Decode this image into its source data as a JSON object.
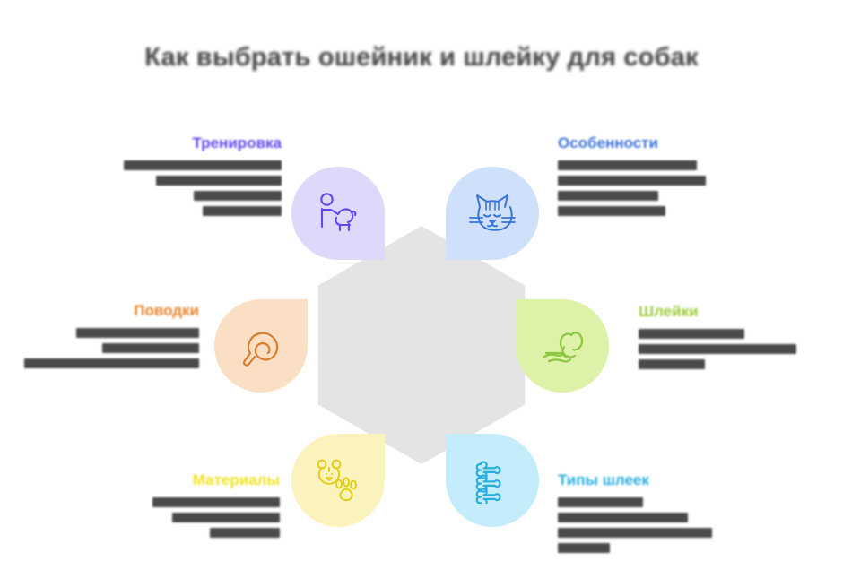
{
  "page": {
    "title": "Как выбрать ошейник и шлейку для собак",
    "title_color": "#434343",
    "background": "#ffffff",
    "hub_color": "#e4e4e4"
  },
  "sections": [
    {
      "id": "training",
      "heading": "Тренировка",
      "heading_color": "#6246f0",
      "petal_fill": "#ded8fb",
      "icon_color": "#6246f0",
      "icon": "person-with-dog-icon",
      "position": "top-left",
      "align": "right",
      "body_lines": [
        {
          "width": 176
        },
        {
          "width": 140
        },
        {
          "width": 98
        },
        {
          "width": 88
        }
      ]
    },
    {
      "id": "features",
      "heading": "Особенности",
      "heading_color": "#3b74d8",
      "petal_fill": "#cfe0fa",
      "icon_color": "#3b74d8",
      "icon": "cat-face-icon",
      "position": "top-right",
      "align": "left",
      "body_lines": [
        {
          "width": 155
        },
        {
          "width": 165
        },
        {
          "width": 112
        },
        {
          "width": 120
        }
      ]
    },
    {
      "id": "leashes",
      "heading": "Поводки",
      "heading_color": "#e8842a",
      "petal_fill": "#fbdfc5",
      "icon_color": "#d97e2e",
      "icon": "coiled-leash-icon",
      "position": "left",
      "align": "right",
      "body_lines": [
        {
          "width": 137
        },
        {
          "width": 108
        },
        {
          "width": 195
        }
      ]
    },
    {
      "id": "fitting",
      "heading": "Шлейки",
      "heading_color": "#9ccc3c",
      "petal_fill": "#ddf1a8",
      "icon_color": "#8cc63f",
      "icon": "dog-in-hand-icon",
      "position": "right",
      "align": "left",
      "body_lines": [
        {
          "width": 118
        },
        {
          "width": 176
        },
        {
          "width": 74
        }
      ]
    },
    {
      "id": "materials",
      "heading": "Материалы",
      "heading_color": "#f1e31c",
      "petal_fill": "#fbf3bd",
      "icon_color": "#e3cf1b",
      "icon": "bear-paw-icon",
      "position": "bottom-left",
      "align": "right",
      "body_lines": [
        {
          "width": 142
        },
        {
          "width": 120
        },
        {
          "width": 78
        }
      ]
    },
    {
      "id": "harness-types",
      "heading": "Типы шлеек",
      "heading_color": "#28aee0",
      "petal_fill": "#c5ecfa",
      "icon_color": "#2aaee0",
      "icon": "bones-stack-icon",
      "position": "bottom-right",
      "align": "left",
      "body_lines": [
        {
          "width": 95
        },
        {
          "width": 145
        },
        {
          "width": 172
        },
        {
          "width": 58
        }
      ]
    }
  ]
}
